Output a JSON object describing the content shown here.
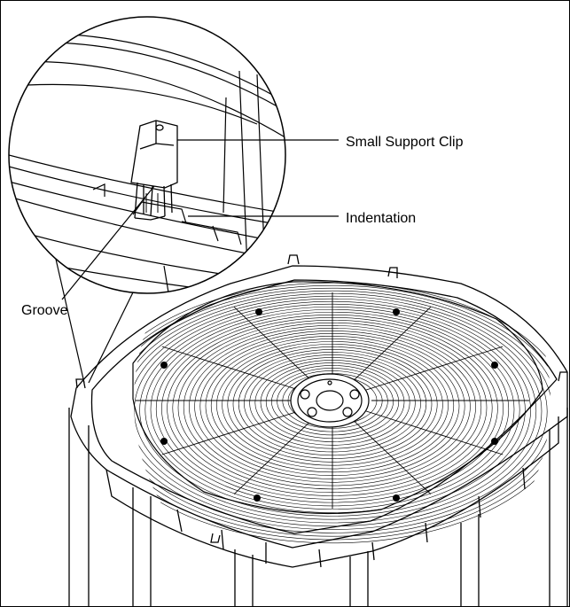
{
  "figure": {
    "callouts": {
      "small_support_clip": "Small Support Clip",
      "indentation": "Indentation",
      "groove": "Groove"
    },
    "line_color": "#000000",
    "background_color": "#ffffff"
  }
}
